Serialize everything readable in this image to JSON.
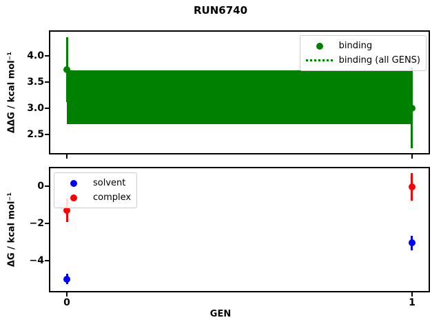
{
  "figure": {
    "title": "RUN6740",
    "xlabel": "GEN",
    "background": "#ffffff"
  },
  "colors": {
    "binding": "#008000",
    "solvent": "#0000ff",
    "complex": "#ff0000",
    "axes": "#000000",
    "legend_border": "#cccccc"
  },
  "chart_data": [
    {
      "id": "binding-panel",
      "type": "scatter",
      "title": "RUN6740",
      "ylabel": "ΔΔG / kcal mol⁻¹",
      "xlim": [
        -0.05,
        1.05
      ],
      "ylim": [
        2.13,
        4.47
      ],
      "grid": false,
      "yticks": [
        {
          "value": 4.0,
          "label": "4.0"
        },
        {
          "value": 3.5,
          "label": "3.5"
        },
        {
          "value": 3.0,
          "label": "3.0"
        },
        {
          "value": 2.5,
          "label": "2.5"
        }
      ],
      "xticks": [
        {
          "value": 0,
          "label": ""
        },
        {
          "value": 1,
          "label": ""
        }
      ],
      "band": {
        "name": "binding (all GENS)",
        "color": "#008000",
        "x": [
          0,
          1
        ],
        "mean": 3.21,
        "y_low": 2.7,
        "y_high": 3.72
      },
      "series": [
        {
          "name": "binding",
          "color": "#008000",
          "marker": "circle",
          "points": [
            {
              "x": 0,
              "y": 3.73,
              "yerr": 0.62
            },
            {
              "x": 1,
              "y": 3.0,
              "yerr": 0.77
            }
          ]
        }
      ],
      "legend": {
        "position": "top-right",
        "items": [
          {
            "label": "binding",
            "marker": "dot",
            "color": "#008000"
          },
          {
            "label": "binding (all GENS)",
            "marker": "dotted-line",
            "color": "#008000"
          }
        ]
      }
    },
    {
      "id": "dg-panel",
      "type": "scatter",
      "ylabel": "ΔG / kcal mol⁻¹",
      "xlabel": "GEN",
      "xlim": [
        -0.05,
        1.05
      ],
      "ylim": [
        -5.67,
        1.0
      ],
      "grid": false,
      "yticks": [
        {
          "value": 0,
          "label": "0"
        },
        {
          "value": -2,
          "label": "−2"
        },
        {
          "value": -4,
          "label": "−4"
        }
      ],
      "xticks": [
        {
          "value": 0,
          "label": "0"
        },
        {
          "value": 1,
          "label": "1"
        }
      ],
      "series": [
        {
          "name": "solvent",
          "color": "#0000ff",
          "marker": "circle",
          "points": [
            {
              "x": 0,
              "y": -5.0,
              "yerr": 0.28
            },
            {
              "x": 1,
              "y": -3.05,
              "yerr": 0.39
            }
          ]
        },
        {
          "name": "complex",
          "color": "#ff0000",
          "marker": "circle",
          "points": [
            {
              "x": 0,
              "y": -1.3,
              "yerr": 0.63
            },
            {
              "x": 1,
              "y": -0.05,
              "yerr": 0.74
            }
          ]
        }
      ],
      "legend": {
        "position": "top-left",
        "items": [
          {
            "label": "solvent",
            "marker": "dot",
            "color": "#0000ff"
          },
          {
            "label": "complex",
            "marker": "dot",
            "color": "#ff0000"
          }
        ]
      }
    }
  ]
}
